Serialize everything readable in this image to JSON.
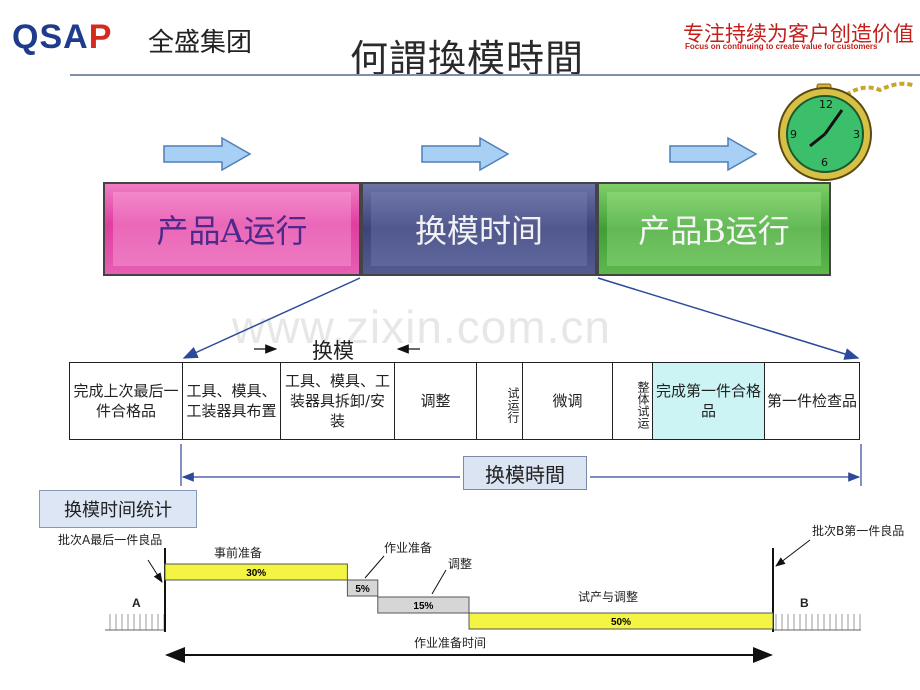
{
  "header": {
    "logo_prefix": "QSA",
    "logo_suffix": "P",
    "company": "全盛集团",
    "title": "何謂換模時間",
    "slogan_cn": "专注持续为客户创造价值",
    "slogan_en": "Focus on continuing to create value for customers"
  },
  "phases": [
    {
      "label": "产品A运行"
    },
    {
      "label": "换模时间"
    },
    {
      "label": "产品B运行"
    }
  ],
  "watermark": "www.zixin.com.cn",
  "changeover_label": "换模",
  "steps": [
    "完成上次最后一件合格品",
    "工具、模具、工装器具布置",
    "工具、模具、工装器具拆卸/安装",
    "调整",
    "试运行",
    "微调",
    "整体试运",
    "完成第一件合格品",
    "第一件检查品"
  ],
  "span_label": "换模時間",
  "stats": {
    "title": "换模时间统计",
    "batch_a": "批次A最后一件良品",
    "batch_b": "批次B第一件良品",
    "marker_a": "A",
    "marker_b": "B",
    "total_label": "作业准备时间",
    "segments": [
      {
        "label": "事前准备",
        "percent": "30%",
        "share": 0.3,
        "color": "#f4f442"
      },
      {
        "label": "作业准备",
        "percent": "5%",
        "share": 0.05,
        "color": "#d6d6d6"
      },
      {
        "label": "调整",
        "percent": "15%",
        "share": 0.15,
        "color": "#d6d6d6"
      },
      {
        "label": "试产与调整",
        "percent": "50%",
        "share": 0.5,
        "color": "#f4f442"
      }
    ]
  },
  "colors": {
    "phase_a": "#df3ea0",
    "phase_mid": "#3d437b",
    "phase_b": "#3f9e35",
    "flow_arrow": "#9ec8f0",
    "highlight_cell": "#ccf4f4"
  }
}
